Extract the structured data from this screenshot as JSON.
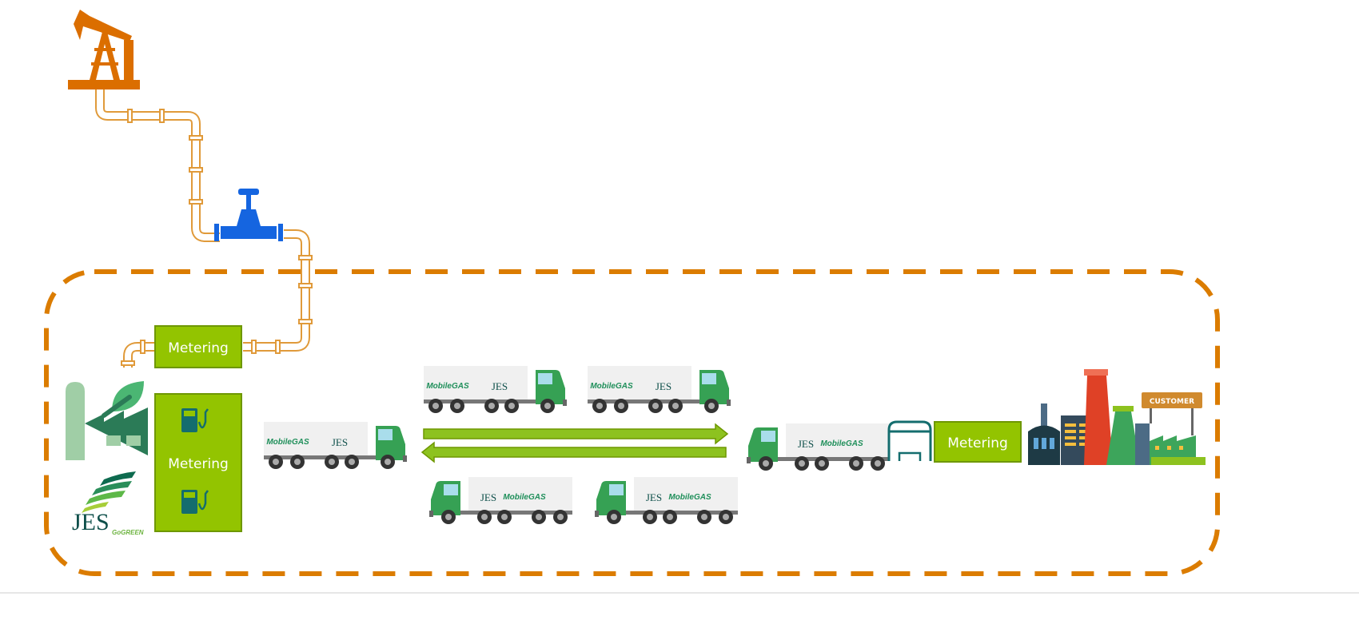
{
  "diagram": {
    "metering_pipeline_label": "Metering",
    "metering_station_label": "Metering",
    "metering_customer_label": "Metering",
    "customer_sign": "CUSTOMER",
    "truck_brand": "MobileGAS",
    "truck_logo": "JES",
    "company_logo": {
      "name": "JES",
      "tagline": "GoGREEN"
    },
    "icons": [
      "oil-pumpjack-icon",
      "gas-valve-icon",
      "green-factory-icon",
      "fuel-pump-icon",
      "gas-meter-icon",
      "industrial-city-icon",
      "truck-icon"
    ],
    "colors": {
      "boundary": "#DB7C00",
      "pipe": "#E09A3A",
      "valve": "#1565E0",
      "metering": "#93C400",
      "metering_border": "#6E9700",
      "truck_cab": "#36A154",
      "arrow": "#8DC21F",
      "meter_symbol": "#146D6E"
    }
  }
}
